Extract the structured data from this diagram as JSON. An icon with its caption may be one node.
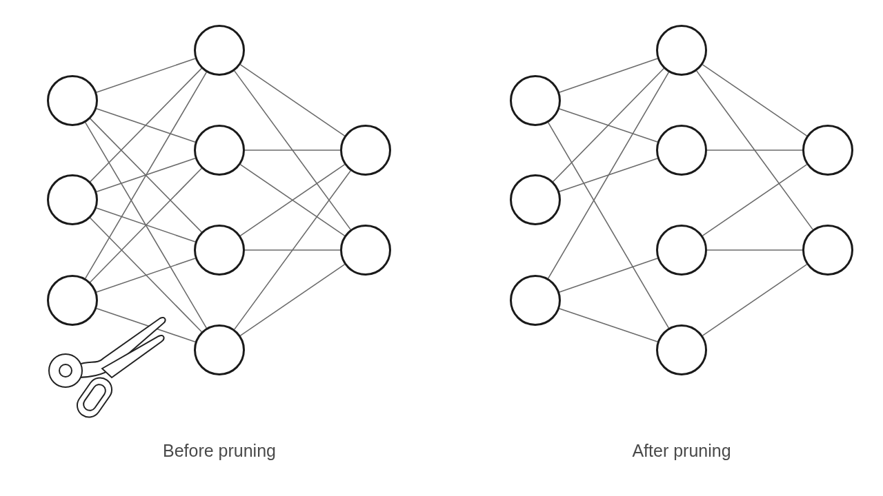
{
  "diagram": {
    "nodes": [
      {
        "text": [],
        "shape": "circle"
      },
      {
        "text": [],
        "shape": "circle"
      },
      {
        "text": [],
        "shape": "circle"
      },
      {
        "text": [],
        "shape": "circle"
      },
      {
        "text": [],
        "shape": "circle"
      },
      {
        "text": [],
        "shape": "circle"
      },
      {
        "text": [],
        "shape": "circle"
      },
      {
        "text": [],
        "shape": "circle"
      },
      {
        "text": [],
        "shape": "circle"
      },
      {
        "text": [],
        "shape": "circle"
      },
      {
        "text": [],
        "shape": "circle"
      },
      {
        "text": [],
        "shape": "circle"
      },
      {
        "text": [],
        "shape": "circle"
      },
      {
        "text": [],
        "shape": "circle"
      },
      {
        "text": [],
        "shape": "circle"
      },
      {
        "text": [],
        "shape": "circle"
      },
      {
        "text": [],
        "shape": "circle"
      },
      {
        "text": [],
        "shape": "circle"
      }
    ],
    "edges": [
      {
        "from": 0,
        "to": 3,
        "arrow": "none"
      },
      {
        "from": 0,
        "to": 4,
        "arrow": "none"
      },
      {
        "from": 0,
        "to": 5,
        "arrow": "none"
      },
      {
        "from": 0,
        "to": 6,
        "arrow": "none"
      },
      {
        "from": 1,
        "to": 3,
        "arrow": "none"
      },
      {
        "from": 1,
        "to": 4,
        "arrow": "none"
      },
      {
        "from": 1,
        "to": 5,
        "arrow": "none"
      },
      {
        "from": 1,
        "to": 6,
        "arrow": "none"
      },
      {
        "from": 2,
        "to": 3,
        "arrow": "none"
      },
      {
        "from": 2,
        "to": 4,
        "arrow": "none"
      },
      {
        "from": 2,
        "to": 5,
        "arrow": "none"
      },
      {
        "from": 2,
        "to": 6,
        "arrow": "none"
      },
      {
        "from": 3,
        "to": 7,
        "arrow": "none"
      },
      {
        "from": 3,
        "to": 8,
        "arrow": "none"
      },
      {
        "from": 4,
        "to": 7,
        "arrow": "none"
      },
      {
        "from": 4,
        "to": 8,
        "arrow": "none"
      },
      {
        "from": 5,
        "to": 7,
        "arrow": "none"
      },
      {
        "from": 5,
        "to": 8,
        "arrow": "none"
      },
      {
        "from": 6,
        "to": 7,
        "arrow": "none"
      },
      {
        "from": 6,
        "to": 8,
        "arrow": "none"
      },
      {
        "from": 9,
        "to": 12,
        "arrow": "none"
      },
      {
        "from": 9,
        "to": 13,
        "arrow": "none"
      },
      {
        "from": 9,
        "to": 15,
        "arrow": "none"
      },
      {
        "from": 10,
        "to": 12,
        "arrow": "none"
      },
      {
        "from": 10,
        "to": 13,
        "arrow": "none"
      },
      {
        "from": 11,
        "to": 12,
        "arrow": "none"
      },
      {
        "from": 11,
        "to": 14,
        "arrow": "none"
      },
      {
        "from": 11,
        "to": 15,
        "arrow": "none"
      },
      {
        "from": 12,
        "to": 16,
        "arrow": "none"
      },
      {
        "from": 12,
        "to": 17,
        "arrow": "none"
      },
      {
        "from": 13,
        "to": 16,
        "arrow": "none"
      },
      {
        "from": 14,
        "to": 16,
        "arrow": "none"
      },
      {
        "from": 14,
        "to": 17,
        "arrow": "none"
      },
      {
        "from": 15,
        "to": 17,
        "arrow": "none"
      }
    ],
    "labels": [
      "Before pruning",
      "After pruning"
    ]
  }
}
